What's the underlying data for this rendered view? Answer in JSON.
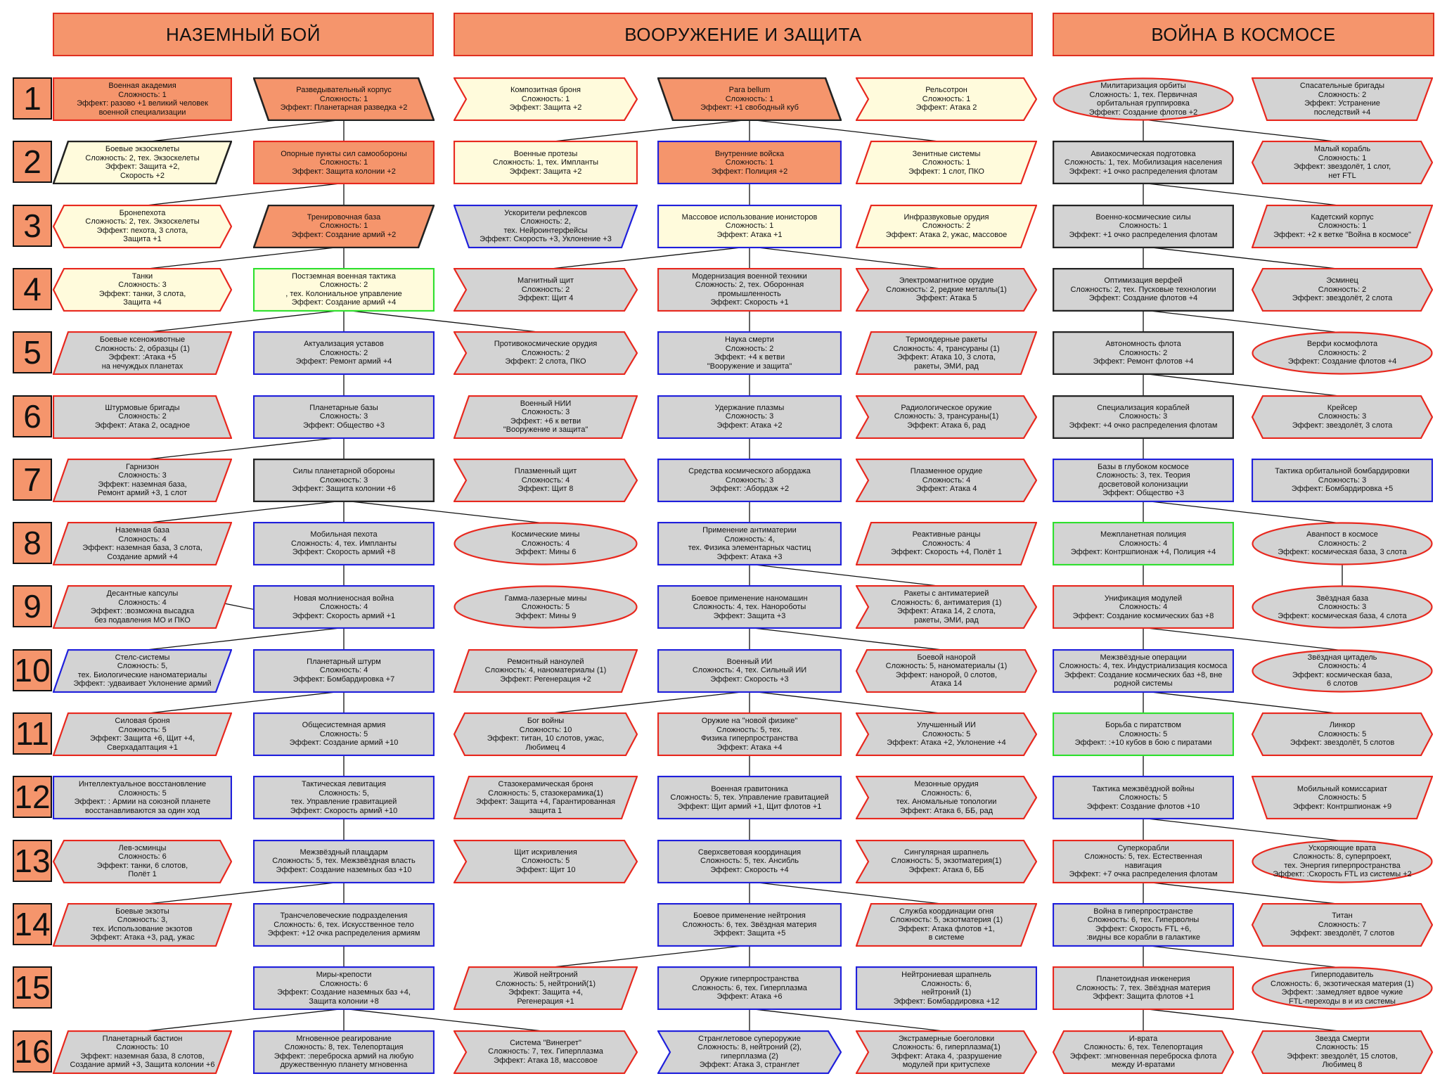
{
  "headers": [
    "НАЗЕМНЫЙ БОЙ",
    "ВООРУЖЕНИЕ И ЗАЩИТА",
    "ВОЙНА В КОСМОСЕ"
  ],
  "row_numbers": [
    "1",
    "2",
    "3",
    "4",
    "5",
    "6",
    "7",
    "8",
    "9",
    "10",
    "11",
    "12",
    "13",
    "14",
    "15",
    "16"
  ],
  "colors": {
    "orange": "#f5956c",
    "cream": "#fffbdc",
    "gray": "#d3d3d3",
    "red_border": "#e8281e",
    "blue_border": "#1f1fdc",
    "green_border": "#2ee02e",
    "black_border": "#222222",
    "line": "#111111"
  },
  "nodes": [
    {
      "id": "L1a",
      "text": "Военная академия\nСложность: 1\nЭффект: разово +1 великий человек\nвоенной специализации"
    },
    {
      "id": "L1b",
      "text": "Разведывательный корпус\nСложность: 1\nЭффект: Планетарная разведка +2"
    },
    {
      "id": "L2a",
      "text": "Боевые экзоскелеты\nСложность: 2, тех. Экзоскелеты\nЭффект: Защита +2,\nСкорость +2"
    },
    {
      "id": "L2b",
      "text": "Опорные пункты сил самообороны\nСложность: 1\nЭффект: Защита колонии +2"
    },
    {
      "id": "L3a",
      "text": "Бронепехота\nСложность: 2, тех. Экзоскелеты\nЭффект: пехота, 3 слота,\nЗащита +1"
    },
    {
      "id": "L3b",
      "text": "Тренировочная база\nСложность: 1\nЭффект: Создание армий +2"
    },
    {
      "id": "L4a",
      "text": "Танки\nСложность: 3\nЭффект: танки, 3 слота,\nЗащита +4"
    },
    {
      "id": "L4b",
      "text": "Постземная военная тактика\nСложность: 2\n, тех. Колониальное управление\nЭффект: Создание армий +4"
    },
    {
      "id": "L5a",
      "text": "Боевые ксеноживотные\nСложность: 2, образцы (1)\nЭффект: :Атака +5\nна нечуждых планетах"
    },
    {
      "id": "L5b",
      "text": "Актуализация уставов\nСложность: 2\nЭффект: Ремонт армий +4"
    },
    {
      "id": "L6a",
      "text": "Штурмовые бригады\nСложность: 2\nЭффект: Атака 2, осадное"
    },
    {
      "id": "L6b",
      "text": "Планетарные базы\nСложность: 3\nЭффект: Общество +3"
    },
    {
      "id": "L7a",
      "text": "Гарнизон\nСложность: 3\nЭффект: наземная база,\nРемонт армий +3, 1 слот"
    },
    {
      "id": "L7b",
      "text": "Силы планетарной обороны\nСложность: 3\nЭффект: Защита колонии +6"
    },
    {
      "id": "L8a",
      "text": "Наземная база\nСложность: 4\nЭффект: наземная база, 3 слота,\nСоздание армий +4"
    },
    {
      "id": "L8b",
      "text": "Мобильная пехота\nСложность: 4, тех. Импланты\nЭффект: Скорость армий +8"
    },
    {
      "id": "L9a",
      "text": "Десантные капсулы\nСложность: 4\nЭффект: :возможна высадка\nбез подавления МО и ПКО"
    },
    {
      "id": "L9b",
      "text": "Новая молниеносная война\nСложность: 4\nЭффект: Скорость армий +1"
    },
    {
      "id": "L10a",
      "text": "Стелс-системы\nСложность: 5,\nтех. Биологические наноматериалы\nЭффект: :удваивает Уклонение армий"
    },
    {
      "id": "L10b",
      "text": "Планетарный штурм\nСложность: 4\nЭффект: Бомбардировка +7"
    },
    {
      "id": "L11a",
      "text": "Силовая броня\nСложность: 5\nЭффект: Защита +6, Щит +4,\nСверхадаптация +1"
    },
    {
      "id": "L11b",
      "text": "Общесистемная армия\nСложность: 5\nЭффект: Создание армий +10"
    },
    {
      "id": "L12a",
      "text": "Интеллектуальное восстановление\nСложность: 5\nЭффект: : Армии на союзной планете\nвосстанавливаются за один ход"
    },
    {
      "id": "L12b",
      "text": "Тактическая левитация\nСложность: 5,\nтех. Управление гравитацией\nЭффект: Скорость армий +10"
    },
    {
      "id": "L13a",
      "text": "Лев-эсминцы\nСложность: 6\nЭффект: танки, 6 слотов,\nПолёт 1"
    },
    {
      "id": "L13b",
      "text": "Межзвёздный плацдарм\nСложность: 5, тех. Межзвёздная власть\nЭффект: Создание наземных баз +10"
    },
    {
      "id": "L14a",
      "text": "Боевые экзоты\nСложность: 3,\nтех. Использование экзотов\nЭффект: Атака +3, рад, ужас"
    },
    {
      "id": "L14b",
      "text": "Трансчеловеческие подразделения\nСложность: 6, тех. Искусственное тело\nЭффект: +12 очка распределения армиям"
    },
    {
      "id": "L15b",
      "text": "Миры-крепости\nСложность: 6\nЭффект: Создание наземных баз +4,\nЗащита колонии +8"
    },
    {
      "id": "L16a",
      "text": "Планетарный бастион\nСложность: 10\nЭффект: наземная база, 8 слотов,\nСоздание армий +3, Защита колонии +6"
    },
    {
      "id": "L16b",
      "text": "Мгновенное реагирование\nСложность: 8, тех. Телепортация\nЭффект: :переброска армий на любую\nдружественную планету мгновенна"
    },
    {
      "id": "M1a",
      "text": "Композитная броня\nСложность: 1\nЭффект: Защита +2"
    },
    {
      "id": "M1b",
      "text": "Para bellum\nСложность: 1\nЭффект: +1 свободный куб"
    },
    {
      "id": "M1c",
      "text": "Рельсотрон\nСложность: 1\nЭффект: Атака 2"
    },
    {
      "id": "M2a",
      "text": "Военные протезы\nСложность: 1, тех. Импланты\nЭффект: Защита +2"
    },
    {
      "id": "M2b",
      "text": "Внутренние войска\nСложность: 1\nЭффект: Полиция +2"
    },
    {
      "id": "M2c",
      "text": "Зенитные системы\nСложность: 1\nЭффект: 1 слот, ПКО"
    },
    {
      "id": "M3a",
      "text": "Ускорители рефлексов\nСложность: 2,\nтех. Нейроинтерфейсы\nЭффект: Скорость +3, Уклонение +3"
    },
    {
      "id": "M3b",
      "text": "Массовое использование ионисторов\nСложность: 1\nЭффект: Атака +1"
    },
    {
      "id": "M3c",
      "text": "Инфразвуковые орудия\nСложность: 2\nЭффект: Атака 2, ужас, массовое"
    },
    {
      "id": "M4a",
      "text": "Магнитный щит\nСложность: 2\nЭффект: Щит 4"
    },
    {
      "id": "M4b",
      "text": "Модернизация военной техники\nСложность: 2, тех. Оборонная\nпромышленность\nЭффект: Скорость +1"
    },
    {
      "id": "M4c",
      "text": "Электромагнитное орудие\nСложность: 2, редкие металлы(1)\nЭффект: Атака 5"
    },
    {
      "id": "M5a",
      "text": "Противокосмические орудия\nСложность: 2\nЭффект: 2 слота, ПКО"
    },
    {
      "id": "M5b",
      "text": "Наука смерти\nСложность: 2\nЭффект: +4 к ветви\n\"Вооружение и защита\""
    },
    {
      "id": "M5c",
      "text": "Термоядерные ракеты\nСложность: 4, трансураны (1)\nЭффект: Атака 10, 3 слота,\nракеты, ЭМИ, рад"
    },
    {
      "id": "M6a",
      "text": "Военный НИИ\nСложность: 3\nЭффект: +6 к ветви\n\"Вооружение и защита\""
    },
    {
      "id": "M6b",
      "text": "Удержание плазмы\nСложность: 3\nЭффект: Атака +2"
    },
    {
      "id": "M6c",
      "text": "Радиологическое оружие\nСложность: 3, трансураны(1)\nЭффект: Атака 6, рад"
    },
    {
      "id": "M7a",
      "text": "Плазменный щит\nСложность: 4\nЭффект: Щит 8"
    },
    {
      "id": "M7b",
      "text": "Средства космического абордажа\nСложность: 3\nЭффект: :Абордаж +2"
    },
    {
      "id": "M7c",
      "text": "Плазменное орудие\nСложность: 4\nЭффект: Атака 4"
    },
    {
      "id": "M8a",
      "text": "Космические мины\nСложность: 4\nЭффект: Мины 6"
    },
    {
      "id": "M8b",
      "text": "Применение антиматерии\nСложность: 4,\nтех. Физика элементарных частиц\nЭффект: Атака +3"
    },
    {
      "id": "M8c",
      "text": "Реактивные ранцы\nСложность: 4\nЭффект: Скорость +4, Полёт 1"
    },
    {
      "id": "M9a",
      "text": "Гамма-лазерные мины\nСложность: 5\nЭффект: Мины 9"
    },
    {
      "id": "M9b",
      "text": "Боевое применение наномашин\nСложность: 4, тех. Нанороботы\nЭффект: Защита +3"
    },
    {
      "id": "M9c",
      "text": "Ракеты с антиматерией\nСложность: 6, антиматерия (1)\nЭффект: Атака 14, 2 слота,\nракеты, ЭМИ, рад"
    },
    {
      "id": "M10a",
      "text": "Ремонтный наноулей\nСложность: 4, наноматериалы (1)\nЭффект: Регенерация +2"
    },
    {
      "id": "M10b",
      "text": "Военный ИИ\nСложность: 4, тех. Сильный ИИ\nЭффект: Скорость +3"
    },
    {
      "id": "M10c",
      "text": "Боевой нанорой\nСложность: 5, наноматериалы (1)\nЭффект: нанорой, 0 слотов,\nАтака 14"
    },
    {
      "id": "M11a",
      "text": "Бог войны\nСложность: 10\nЭффект: титан, 10 слотов, ужас,\nЛюбимец 4"
    },
    {
      "id": "M11b",
      "text": "Оружие на \"новой физике\"\nСложность: 5, тех.\nФизика гиперпространства\nЭффект: Атака +4"
    },
    {
      "id": "M11c",
      "text": "Улучшенный ИИ\nСложность: 5\nЭффект: Атака +2, Уклонение +4"
    },
    {
      "id": "M12a",
      "text": "Стазокерамическая броня\nСложность: 5, стазокерамика(1)\nЭффект: Защита +4, Гарантированная\nзащита 1"
    },
    {
      "id": "M12b",
      "text": "Военная гравитоника\nСложность: 5, тех. Управление гравитацией\nЭффект: Щит армий +1, Щит флотов +1"
    },
    {
      "id": "M12c",
      "text": "Мезонные орудия\nСложность: 6,\nтех. Аномальные топологии\nЭффект: Атака 6, ББ, рад"
    },
    {
      "id": "M13a",
      "text": "Щит искривления\nСложность: 5\nЭффект: Щит 10"
    },
    {
      "id": "M13b",
      "text": "Сверхсветовая координация\nСложность: 5, тех. Ансибль\nЭффект: Скорость +4"
    },
    {
      "id": "M13c",
      "text": "Сингулярная шрапнель\nСложность: 5, экзотматерия(1)\nЭффект: Атака 6, ББ"
    },
    {
      "id": "M14b",
      "text": "Боевое применение нейтрония\nСложность: 6, тех. Звёздная материя\nЭффект: Защита +5"
    },
    {
      "id": "M14c",
      "text": "Служба координации огня\nСложность: 5, экзотматерия (1)\nЭффект: Атака флотов +1,\nв системе"
    },
    {
      "id": "M15a",
      "text": "Живой нейтроний\nСложность: 5, нейтроний(1)\nЭффект: Защита +4,\nРегенерация +1"
    },
    {
      "id": "M15b",
      "text": "Оружие гиперпространства\nСложность: 6, тех. Гиперплазма\nЭффект: Атака +6"
    },
    {
      "id": "M15c",
      "text": "Нейтрониевая шрапнель\nСложность: 6,\nнейтроний (1)\nЭффект: Бомбардировка +12"
    },
    {
      "id": "M16a",
      "text": "Система \"Винегрет\"\nСложность: 7, тех. Гиперплазма\nЭффект: Атака 18, массовое"
    },
    {
      "id": "M16b",
      "text": "Странглетовое супероружие\nСложность: 8, нейтроний (2),\nгиперплазма (2)\nЭффект: Атака 3, странглет"
    },
    {
      "id": "M16c",
      "text": "Экстрамерные боеголовки\nСложность: 6, гиперплазма(1)\nЭффект: Атака 4, :разрушение\nмодулей при критуспехе"
    },
    {
      "id": "R1a",
      "text": "Милитаризация орбиты\nСложность: 1, тех. Первичная\nорбитальная группировка\nЭффект: Создание флотов +2"
    },
    {
      "id": "R1b",
      "text": "Спасательные бригады\nСложность: 2\nЭффект: Устранение\nпоследствий +4"
    },
    {
      "id": "R2a",
      "text": "Авиакосмическая подготовка\nСложность: 1, тех. Мобилизация населения\nЭффект: +1 очко распределения флотам"
    },
    {
      "id": "R2b",
      "text": "Малый корабль\nСложность: 1\nЭффект: звездолёт, 1 слот,\nнет FTL"
    },
    {
      "id": "R3a",
      "text": "Военно-космические силы\nСложность: 1\nЭффект: +1 очко распределения флотам"
    },
    {
      "id": "R3b",
      "text": "Кадетский корпус\nСложность: 1\nЭффект: +2 к ветке \"Война в космосе\""
    },
    {
      "id": "R4a",
      "text": "Оптимизация верфей\nСложность: 2, тех. Пусковые технологии\nЭффект: Создание флотов +4"
    },
    {
      "id": "R4b",
      "text": "Эсминец\nСложность: 2\nЭффект: звездолёт, 2 слота"
    },
    {
      "id": "R5a",
      "text": "Автономность флота\nСложность: 2\nЭффект: Ремонт флотов +4"
    },
    {
      "id": "R5b",
      "text": "Верфи космофлота\nСложность: 2\nЭффект: Создание флотов +4"
    },
    {
      "id": "R6a",
      "text": "Специализация кораблей\nСложность: 3\nЭффект: +4 очко распределения флотам"
    },
    {
      "id": "R6b",
      "text": "Крейсер\nСложность: 3\nЭффект: звездолёт, 3 слота"
    },
    {
      "id": "R7a",
      "text": "Базы в глубоком космосе\nСложность: 3, тех. Теория\nдосветовой колонизации\nЭффект: Общество +3"
    },
    {
      "id": "R7b",
      "text": "Тактика орбитальной бомбардировки\nСложность: 3\nЭффект: Бомбардировка +5"
    },
    {
      "id": "R8a",
      "text": "Межпланетная полиция\nСложность: 4\nЭффект: Контршпионаж +4, Полиция +4"
    },
    {
      "id": "R8b",
      "text": "Аванпост в космосе\nСложность: 2\nЭффект: космическая база, 3 слота"
    },
    {
      "id": "R9a",
      "text": "Унификация модулей\nСложность: 4\nЭффект: Создание космических баз +8"
    },
    {
      "id": "R9b",
      "text": "Звёздная база\nСложность: 3\nЭффект: космическая база, 4 слота"
    },
    {
      "id": "R10a",
      "text": "Межзвёздные операции\nСложность: 4, тех. Индустриализация космоса\nЭффект: Создание космических баз +8, вне\nродной системы"
    },
    {
      "id": "R10b",
      "text": "Звёздная цитадель\nСложность: 4\nЭффект: космическая база,\n6 слотов"
    },
    {
      "id": "R11a",
      "text": "Борьба с пиратством\nСложность: 5\nЭффект: :+10 кубов в бою с пиратами"
    },
    {
      "id": "R11b",
      "text": "Линкор\nСложность: 5\nЭффект: звездолёт, 5 слотов"
    },
    {
      "id": "R12a",
      "text": "Тактика межзвёздной войны\nСложность: 5\nЭффект: Создание флотов +10"
    },
    {
      "id": "R12b",
      "text": "Мобильный комиссариат\nСложность: 5\nЭффект: Контршпионаж +9"
    },
    {
      "id": "R13a",
      "text": "Суперкорабли\nСложность: 5, тех. Естественная\nнавигация\nЭффект: +7 очка распределения флотам"
    },
    {
      "id": "R13b",
      "text": "Ускоряющие врата\nСложность: 8, суперпроект,\nтех. Энергия гиперпространства\nЭффект: :Скорость FTL из системы +2"
    },
    {
      "id": "R14a",
      "text": "Война в гиперпространстве\nСложность: 6, тех. Гиперволны\nЭффект: Скорость FTL +6,\n:видны все корабли в галактике"
    },
    {
      "id": "R14b",
      "text": "Титан\nСложность: 7\nЭффект: звездолёт, 7 слотов"
    },
    {
      "id": "R15a",
      "text": "Планетоидная инженерия\nСложность: 7, тех. Звёздная материя\nЭффект: Защита флотов +1"
    },
    {
      "id": "R15b",
      "text": "Гиперподавитель\nСложность: 6, экзотическая материя (1)\nЭффект: :замедляет вдвое чужие\nFTL-переходы в и из системы"
    },
    {
      "id": "R16a",
      "text": "И-врата\nСложность: 6, тех. Телепортация\nЭффект: :мгновенная переброска флота\nмежду И-вратами"
    },
    {
      "id": "R16b",
      "text": "Звезда Смерти\nСложность: 15\nЭффект: звездолёт, 15 слотов,\nЛюбимец 8"
    }
  ]
}
